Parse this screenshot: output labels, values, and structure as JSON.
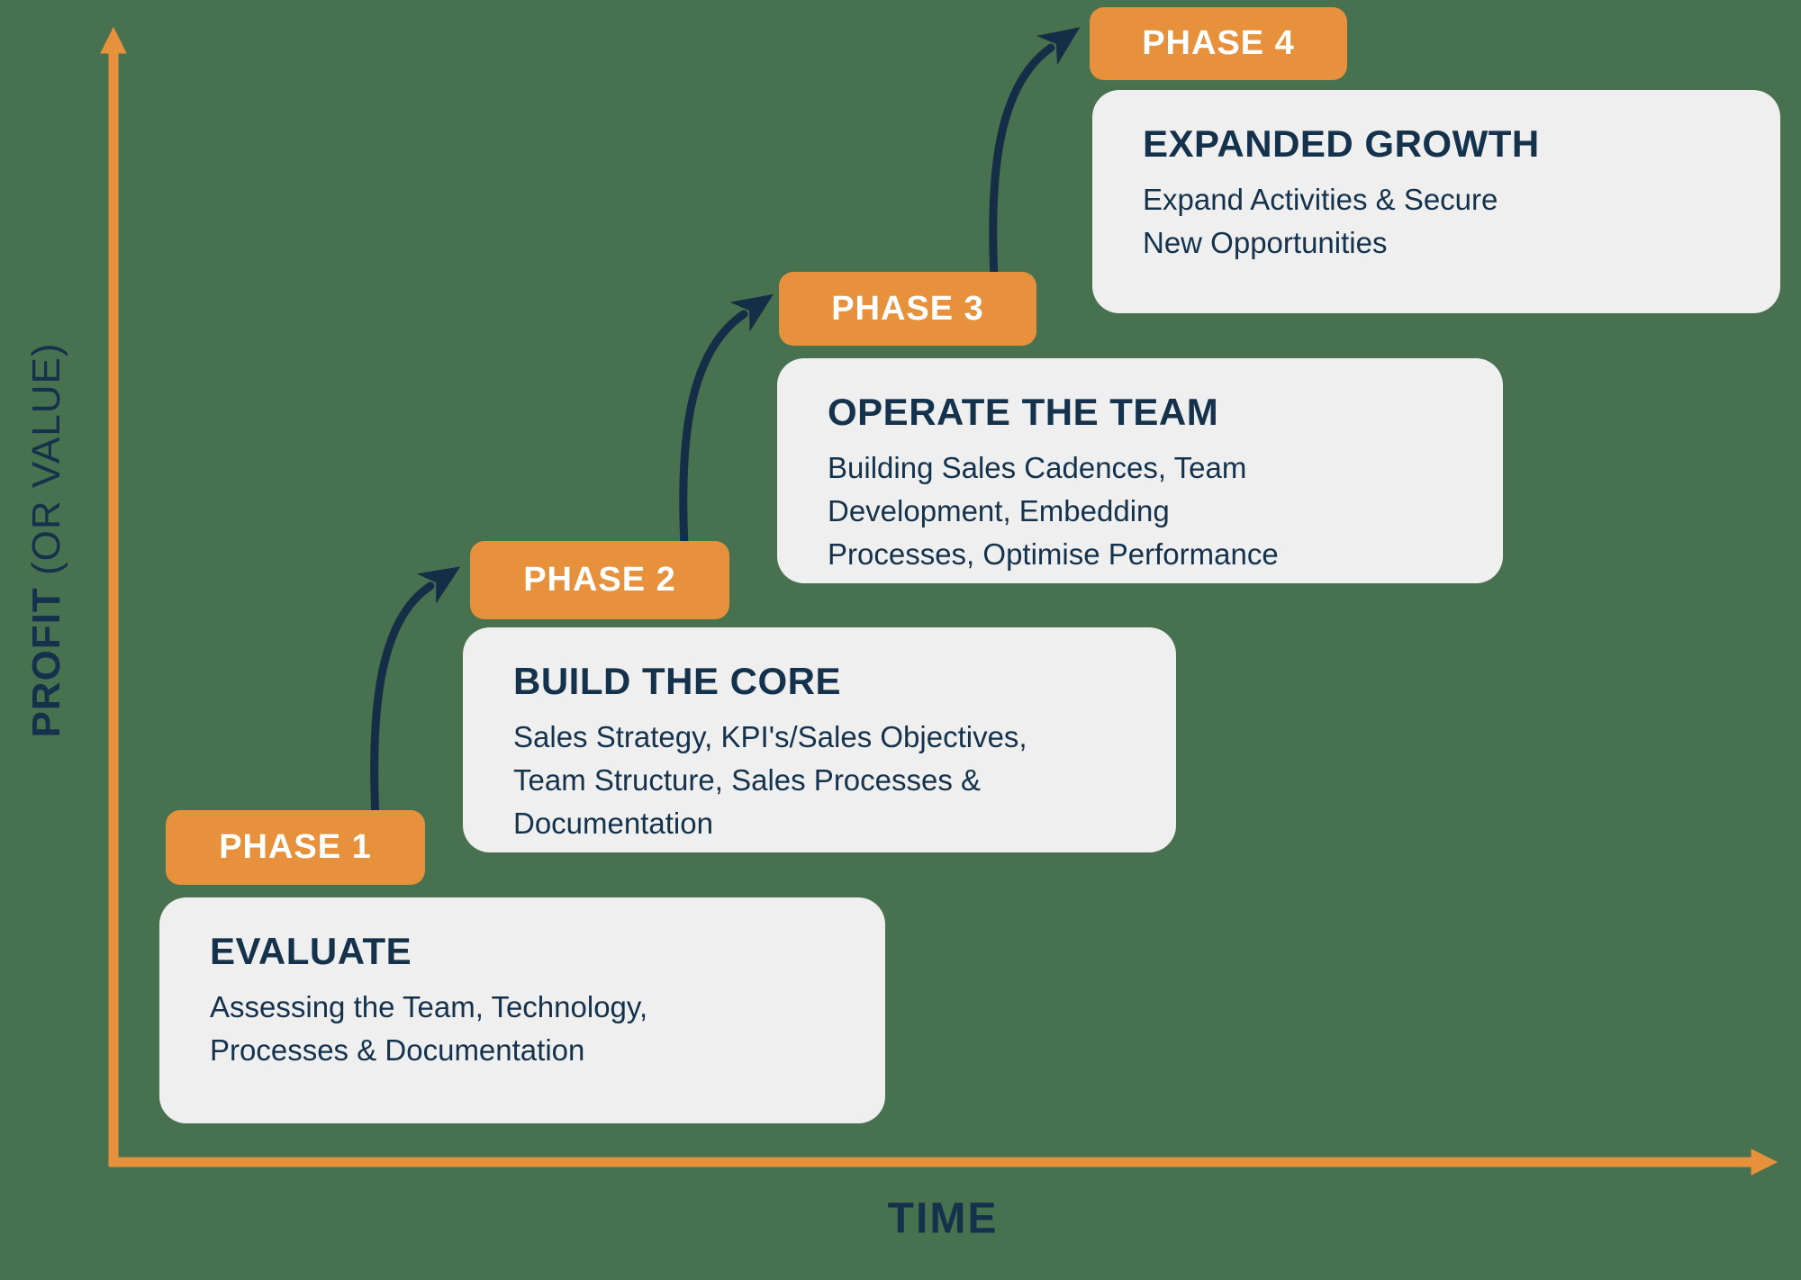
{
  "title": "Sales growth phases diagram",
  "axes": {
    "x_label": "TIME",
    "y_label_bold": "PROFIT",
    "y_label_regular": " (OR VALUE)"
  },
  "phases": [
    {
      "badge": "PHASE 1",
      "title": "EVALUATE",
      "body": "Assessing the Team, Technology,\nProcesses & Documentation"
    },
    {
      "badge": "PHASE 2",
      "title": "BUILD THE CORE",
      "body": "Sales Strategy, KPI's/Sales Objectives,\nTeam Structure, Sales Processes &\nDocumentation"
    },
    {
      "badge": "PHASE 3",
      "title": "OPERATE THE TEAM",
      "body": "Building Sales Cadences, Team\nDevelopment, Embedding\nProcesses, Optimise Performance"
    },
    {
      "badge": "PHASE 4",
      "title": "EXPANDED GROWTH",
      "body": "Expand Activities & Secure\nNew Opportunities"
    }
  ],
  "colors": {
    "background": "#48714F",
    "orange": "#E8913C",
    "navy": "#14324B",
    "arrow_navy": "#142E47",
    "card_bg": "#EFEFEF",
    "white": "#FFFFFF"
  }
}
